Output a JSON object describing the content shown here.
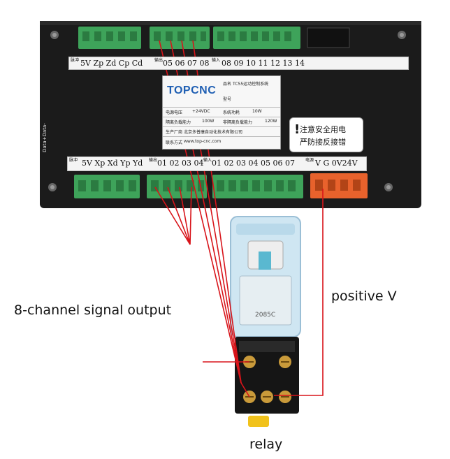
{
  "captions": {
    "signal_output": "8-channel signal output",
    "positive_v": "positive V",
    "relay": "relay"
  },
  "top_strip": {
    "tag_left": "脉冲",
    "group_a": "5V Zp Zd Cp Cd",
    "tag_out": "输出",
    "group_b": "05 06 07 08",
    "tag_in": "输入",
    "group_c": "08 09 10 11 12 13 14"
  },
  "bottom_strip": {
    "tag_left": "脉冲",
    "group_a": "5V Xp Xd Yp Yd",
    "tag_out": "输出",
    "group_b": "01 02 03 04",
    "tag_in": "输入",
    "group_c": "01 02 03 04 05 06 07",
    "tag_power": "电源",
    "group_d": "V  G  0V24V"
  },
  "label_plate": {
    "brand": "TOPCNC",
    "product_name_label": "品名",
    "product_name": "TC55运动控制系统",
    "model_label": "型号",
    "power_voltage_label": "电源电压",
    "power_voltage": "+24VDC",
    "system_power_label": "系统功耗",
    "system_power": "10W",
    "isolated_load_label": "隔离负载能力",
    "isolated_load": "100W",
    "non_isolated_load_label": "非隔离负载能力",
    "non_isolated_load": "120W",
    "manufacturer_label": "生产厂商",
    "manufacturer": "北京多普康自动化技术有限公司",
    "contact_label": "联系方式",
    "contact": "www.top-cnc.com"
  },
  "warning": {
    "line1": "注意安全用电",
    "line2": "严防接反接错"
  },
  "side_label": "Data+Data-",
  "relay_code": "2085C",
  "colors": {
    "board": "#1b1b1b",
    "terminal_green": "#3ea35a",
    "terminal_orange": "#e8622c",
    "wire_red": "#d8141a",
    "relay_cover": "#cfe6f2",
    "relay_base": "#151515"
  }
}
